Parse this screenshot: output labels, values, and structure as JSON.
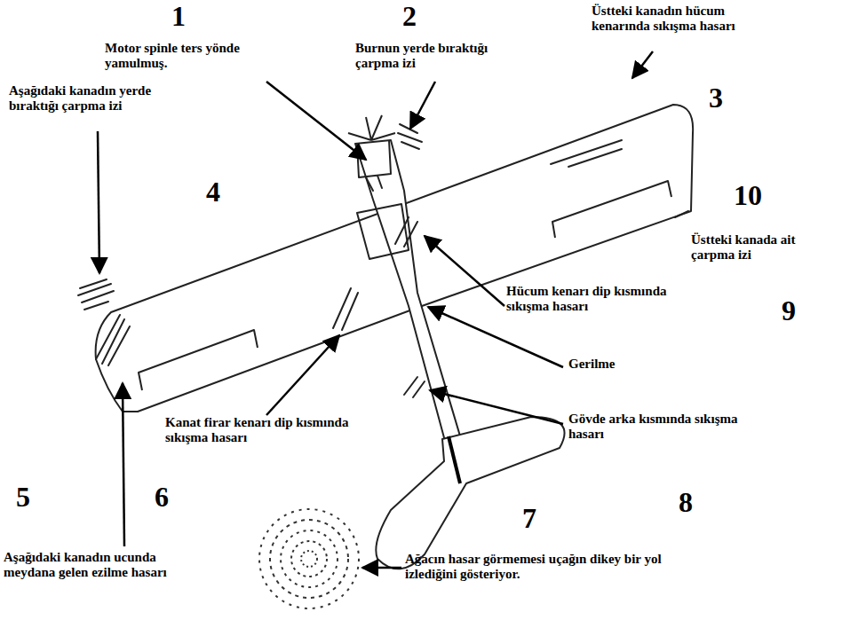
{
  "diagram": {
    "labels": [
      "1",
      "2",
      "Motor spinle ters yönde yamulmuş.",
      "Burnun yerde bıraktığı çarpma izi",
      "Üstteki kanadın hücum kenarında sıkışma hasarı",
      "3",
      "Aşağıdaki kanadın yerde bıraktığı çarpma izi",
      "4",
      "10",
      "Üstteki kanada ait çarpma izi",
      "Hücum kenarı dip kısmında sıkışma hasarı",
      "9",
      "Gerilme",
      "Gövde arka kısmında sıkışma hasarı",
      "Kanat firar kenarı dip kısmında sıkışma hasarı",
      "5",
      "6",
      "8",
      "7",
      "Aşağıdaki kanadın ucunda meydana gelen ezilme hasarı",
      "Ağacın hasar görmemesi uçağın dikey bir yol izlediğini gösteriyor."
    ]
  }
}
